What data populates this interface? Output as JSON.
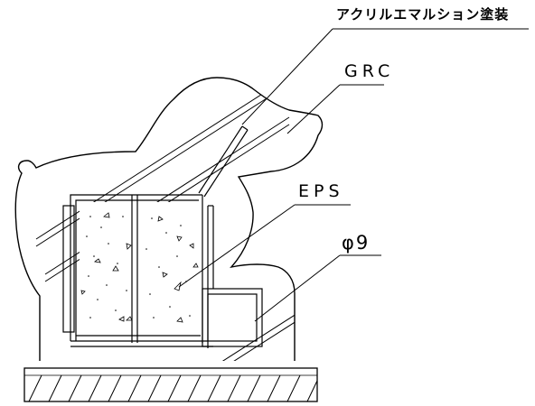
{
  "labels": {
    "paint": "アクリルエマルション塗装",
    "grc": "GRC",
    "eps": "EPS",
    "rebar": "φ9"
  },
  "colors": {
    "line": "#000000",
    "background": "#ffffff"
  }
}
